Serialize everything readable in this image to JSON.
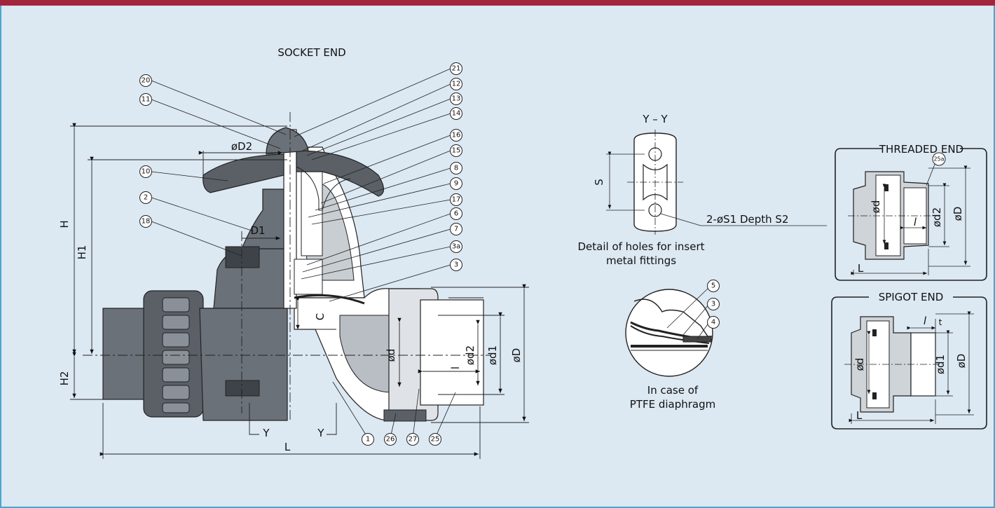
{
  "title": "SOCKET  END",
  "dims": {
    "H": "H",
    "H1": "H1",
    "H2": "H2",
    "L": "L",
    "D1": "D1",
    "D2": "øD2",
    "C": "C",
    "d": "ød",
    "d2": "ød2",
    "d1": "ød1",
    "D": "øD",
    "l": "l",
    "Y": "Y"
  },
  "balloons": [
    "20",
    "11",
    "10",
    "2",
    "18",
    "21",
    "12",
    "13",
    "14",
    "16",
    "15",
    "8",
    "9",
    "17",
    "6",
    "7",
    "3a",
    "3",
    "1",
    "26",
    "27",
    "25"
  ],
  "yy": {
    "title": "Y – Y",
    "s": "S",
    "holes": "2-øS1  Depth S2",
    "caption_line1": "Detail of holes for insert",
    "caption_line2": "metal fittings"
  },
  "ptfe": {
    "balloons": [
      "5",
      "3",
      "4"
    ],
    "caption_line1": "In case of",
    "caption_line2": "PTFE diaphragm"
  },
  "threaded": {
    "title": "THREADED END",
    "balloon": "25a",
    "d": "ød",
    "d2": "ød2",
    "D": "øD",
    "l": "l",
    "L": "L"
  },
  "spigot": {
    "title": "SPIGOT END",
    "d": "ød",
    "d1": "ød1",
    "D": "øD",
    "l": "l",
    "t": "t",
    "L": "L"
  },
  "colors": {
    "header": "#a3253d",
    "background": "#dce8f2",
    "border": "#4aa6d0",
    "part": "#6b7178",
    "partDark": "#3e4349"
  }
}
